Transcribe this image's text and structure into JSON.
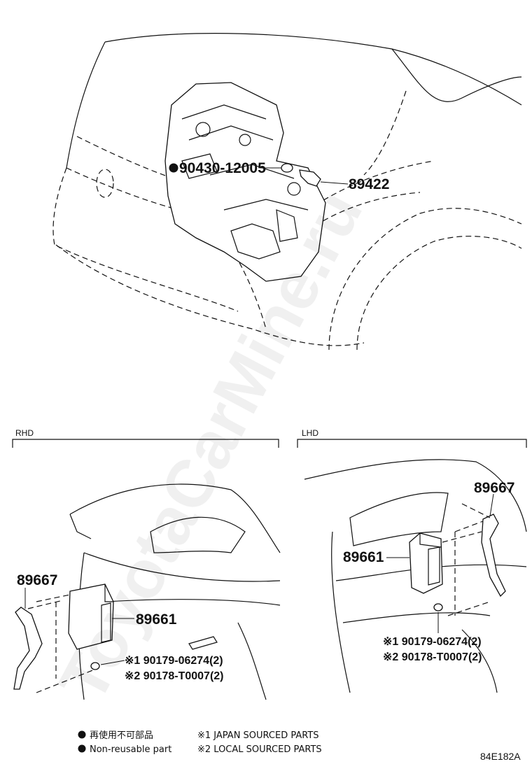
{
  "watermark": "ToyotaCarMine.ru",
  "top": {
    "part_bolt": "90430-12005",
    "part_sensor": "89422"
  },
  "rhd": {
    "label": "RHD",
    "bracket": "89667",
    "ecu": "89661",
    "ref1": "※1 90179-06274(2)",
    "ref2": "※2 90178-T0007(2)"
  },
  "lhd": {
    "label": "LHD",
    "bracket": "89667",
    "ecu": "89661",
    "ref1": "※1 90179-06274(2)",
    "ref2": "※2 90178-T0007(2)"
  },
  "legend": {
    "jp_nonreusable": "再使用不可部品",
    "en_nonreusable": "Non-reusable part",
    "note1": "※1  JAPAN SOURCED PARTS",
    "note2": "※2  LOCAL SOURCED PARTS"
  },
  "figure_code": "84E182A"
}
